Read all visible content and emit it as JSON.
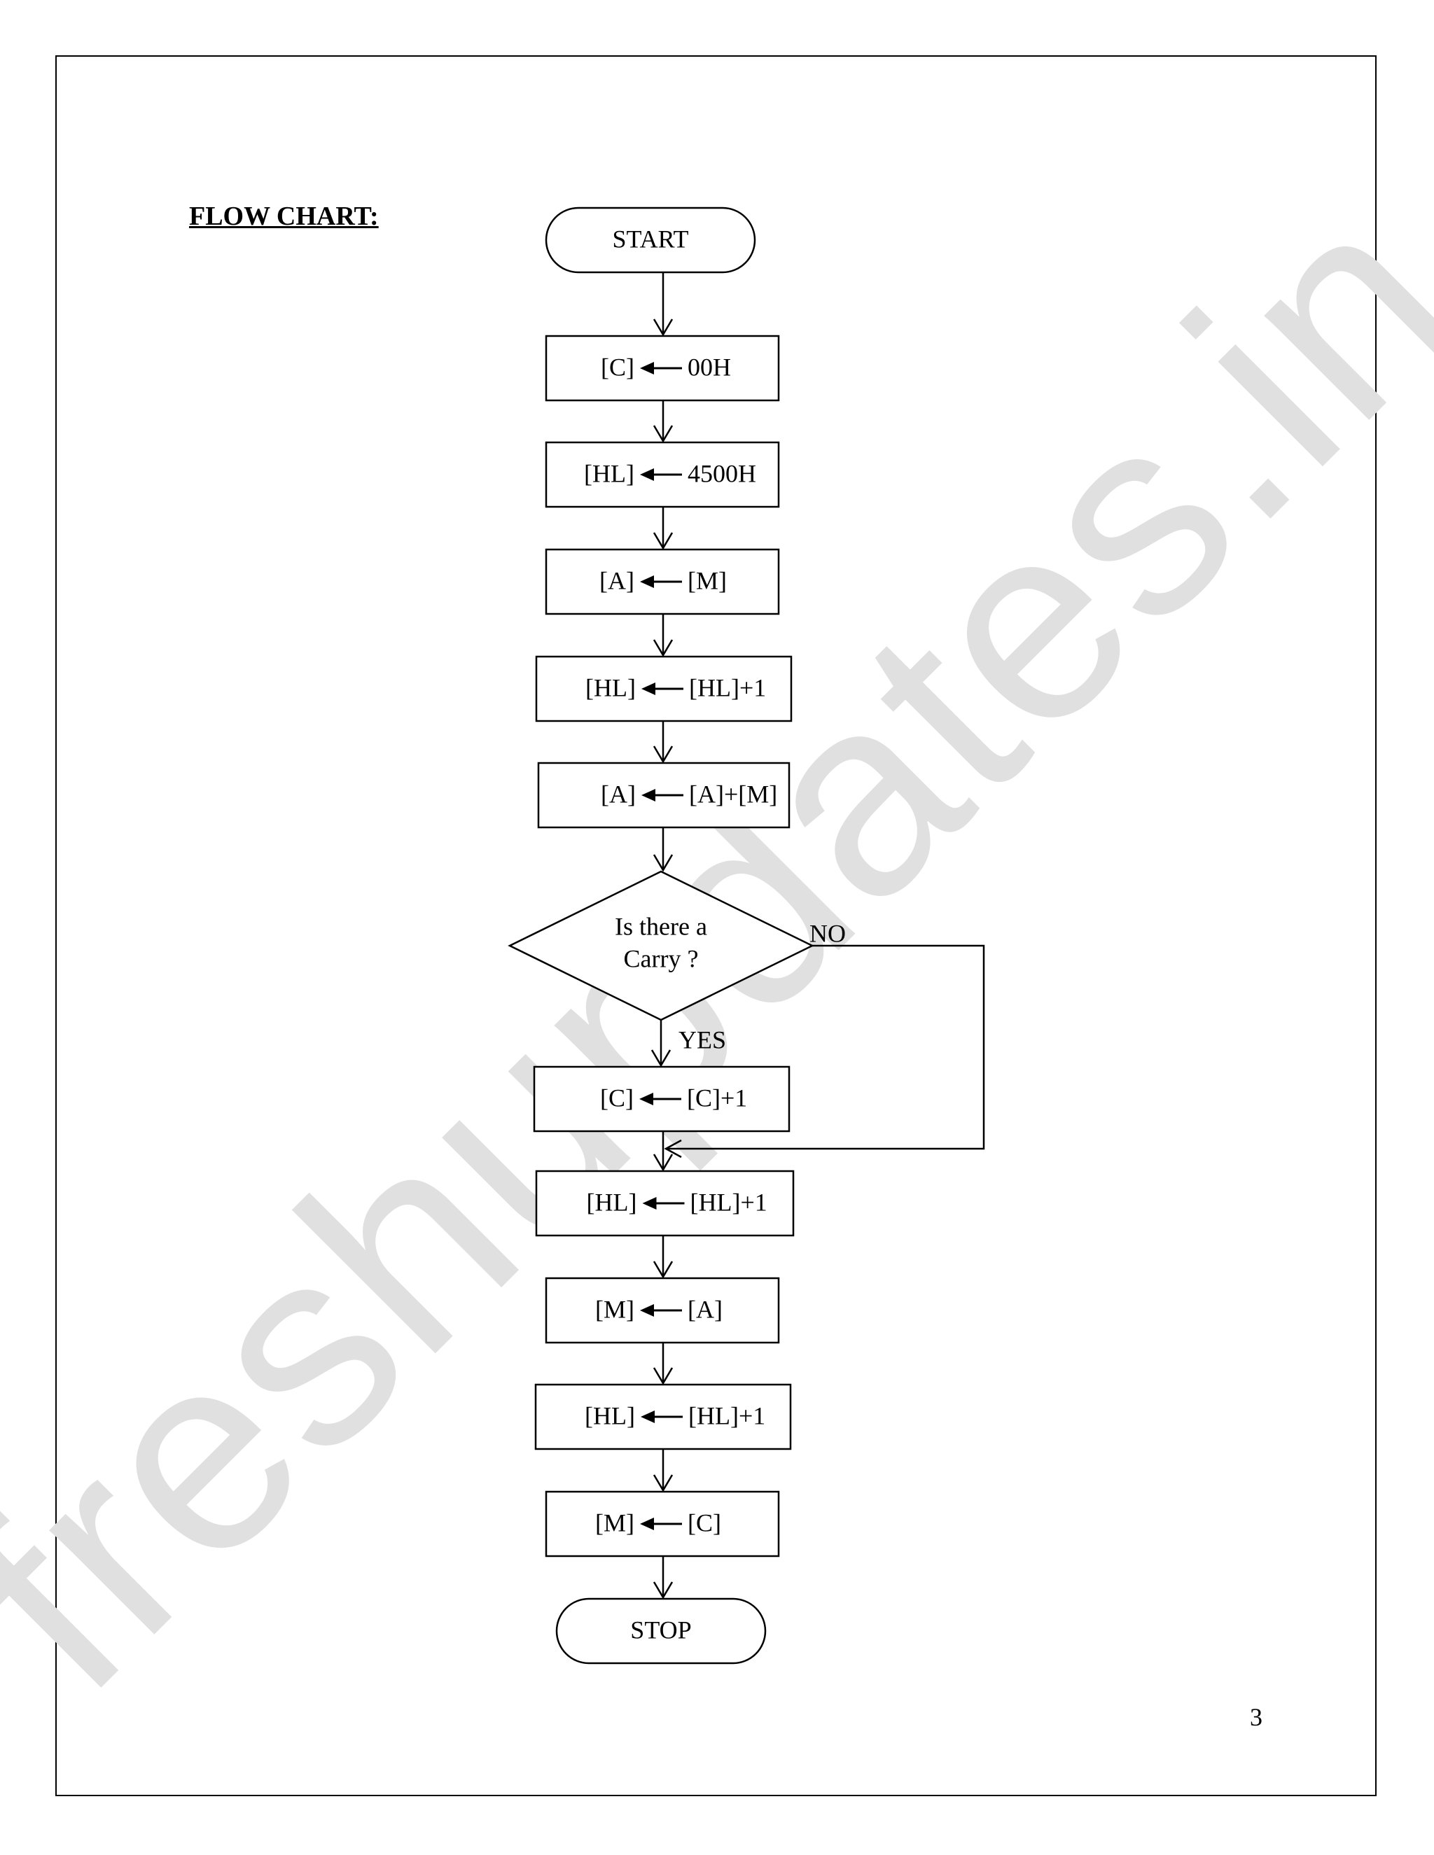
{
  "heading": "FLOW CHART:",
  "watermark": "freshupdates.in",
  "page_number": "3",
  "nodes": [
    {
      "id": "start",
      "shape": "terminator",
      "parts": [
        "START"
      ]
    },
    {
      "id": "step1",
      "shape": "process",
      "parts": [
        "[C]",
        "00H"
      ]
    },
    {
      "id": "step2",
      "shape": "process",
      "parts": [
        "[HL]",
        "4500H"
      ]
    },
    {
      "id": "step3",
      "shape": "process",
      "parts": [
        "[A]",
        "[M]"
      ]
    },
    {
      "id": "step4",
      "shape": "process",
      "parts": [
        "[HL]",
        "[HL]+1"
      ]
    },
    {
      "id": "step5",
      "shape": "process",
      "parts": [
        "[A]",
        "[A]+[M]"
      ]
    },
    {
      "id": "decision",
      "shape": "decision",
      "parts": [
        "Is there a",
        "Carry ?"
      ]
    },
    {
      "id": "step6",
      "shape": "process",
      "parts": [
        "[C]",
        "[C]+1"
      ]
    },
    {
      "id": "step7",
      "shape": "process",
      "parts": [
        "[HL]",
        "[HL]+1"
      ]
    },
    {
      "id": "step8",
      "shape": "process",
      "parts": [
        "[M]",
        "[A]"
      ]
    },
    {
      "id": "step9",
      "shape": "process",
      "parts": [
        "[HL]",
        "[HL]+1"
      ]
    },
    {
      "id": "step10",
      "shape": "process",
      "parts": [
        "[M]",
        "[C]"
      ]
    },
    {
      "id": "stop",
      "shape": "terminator",
      "parts": [
        "STOP"
      ]
    }
  ],
  "branches": {
    "yes": "YES",
    "no": "NO"
  }
}
